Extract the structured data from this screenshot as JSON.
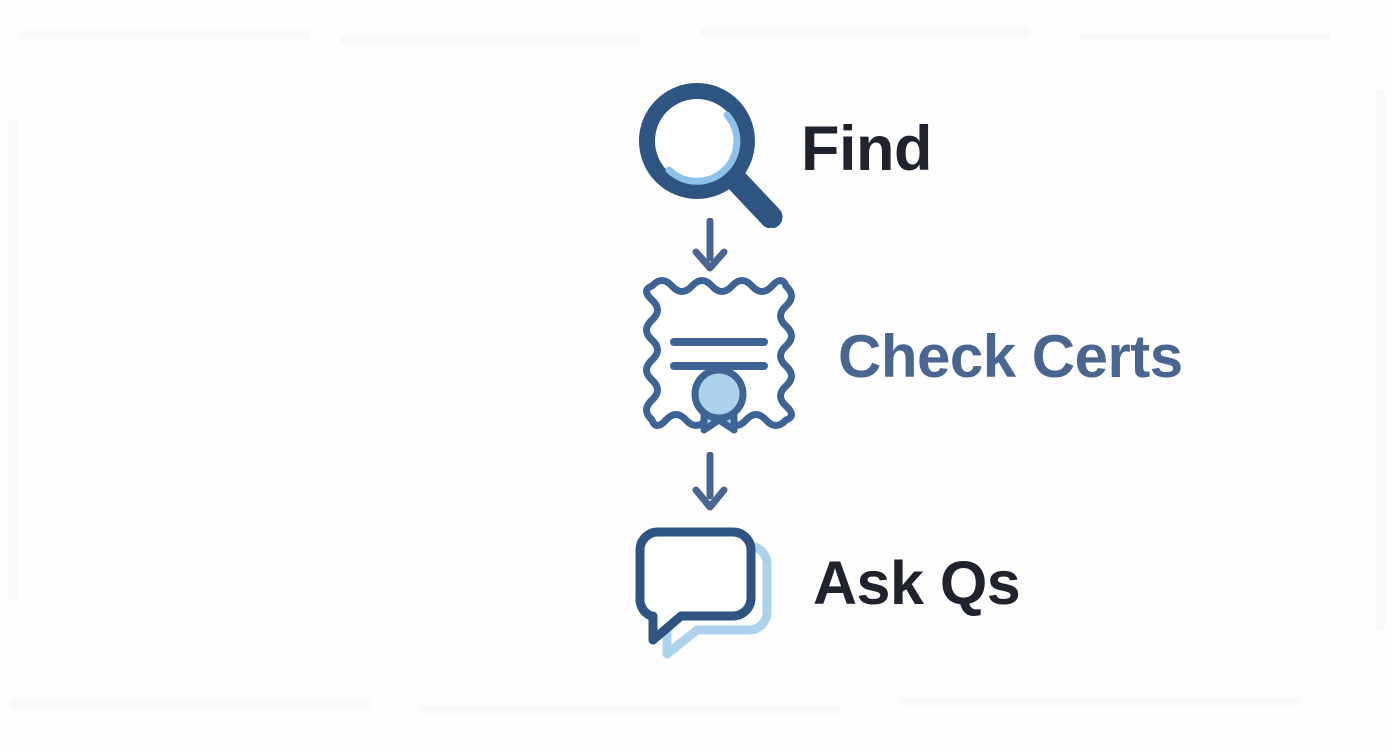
{
  "diagram": {
    "title": "Find / Check Certs / Ask Qs vertical flow",
    "background_color": "#fefeff",
    "orientation": "vertical",
    "colors": {
      "dark_blue": "#2e5481",
      "steel_blue": "#3d6494",
      "light_blue": "#aed2ec",
      "pale_blue": "#c9e3f6",
      "arrow_blue": "#4a6590",
      "text_dark": "#20222e",
      "text_slate": "#4a6590"
    },
    "steps": [
      {
        "id": "find",
        "label": "Find",
        "icon": "magnifying-glass-icon",
        "label_color": "#20222e"
      },
      {
        "id": "check-certs",
        "label": "Check Certs",
        "icon": "certificate-seal-icon",
        "label_color": "#4a6590"
      },
      {
        "id": "ask-qs",
        "label": "Ask Qs",
        "icon": "speech-bubbles-icon",
        "label_color": "#20222e"
      }
    ],
    "connectors": [
      {
        "id": "find-to-check",
        "icon": "arrow-down-icon",
        "color": "#4a6590"
      },
      {
        "id": "check-to-ask",
        "icon": "arrow-down-icon",
        "color": "#4a6590"
      }
    ]
  }
}
